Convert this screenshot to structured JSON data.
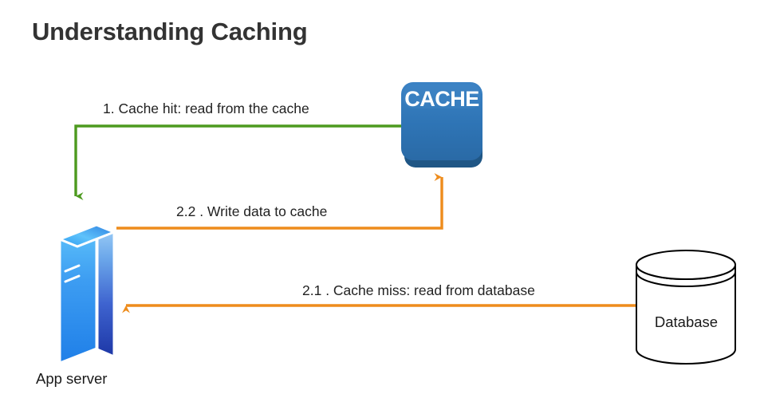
{
  "diagram": {
    "title": "Understanding Caching",
    "title_color": "#333333",
    "background": "#ffffff",
    "type": "flow-diagram"
  },
  "colors": {
    "green_flow": "#4d9a1f",
    "orange_flow": "#ee8c1c",
    "cache_blue": "#2e74b5",
    "cache_blue_dark": "#1f5685",
    "server_blue_light": "#4fb3f5",
    "server_blue_dark": "#1c3fa8",
    "database_stroke": "#000000",
    "text": "#1a1a1a"
  },
  "nodes": {
    "cache": {
      "label": "CACHE",
      "icon": "cache-box-icon",
      "shape": "rounded-rect",
      "fill": "#2e74b5",
      "text_color": "#ffffff"
    },
    "app_server": {
      "label": "App server",
      "icon": "server-tower-icon",
      "shape": "isometric-box"
    },
    "database": {
      "label": "Database",
      "icon": "database-cylinder-icon",
      "shape": "cylinder",
      "fill": "#ffffff",
      "stroke": "#000000"
    }
  },
  "edges": [
    {
      "id": "cache-hit",
      "label": "1. Cache hit: read from the cache",
      "color": "#4d9a1f",
      "from": "cache",
      "to": "app_server",
      "arrow": "down"
    },
    {
      "id": "write-to-cache",
      "label": "2.2 . Write data to cache",
      "color": "#ee8c1c",
      "from": "app_server",
      "to": "cache",
      "arrow": "up"
    },
    {
      "id": "cache-miss",
      "label": "2.1 . Cache miss: read from database",
      "color": "#ee8c1c",
      "from": "database",
      "to": "app_server",
      "arrow": "left"
    }
  ]
}
